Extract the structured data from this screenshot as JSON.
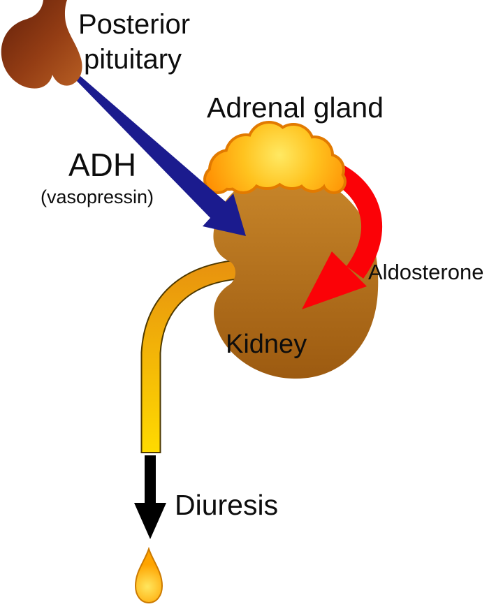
{
  "diagram": {
    "name": "ADH and aldosterone action on the kidney",
    "labels": {
      "posterior_pituitary_line1": "Posterior",
      "posterior_pituitary_line2": "pituitary",
      "adrenal_gland": "Adrenal gland",
      "adh": "ADH",
      "adh_sub": "(vasopressin)",
      "aldosterone": "Aldosterone",
      "kidney": "Kidney",
      "diuresis": "Diuresis"
    },
    "colors": {
      "background": "#ffffff",
      "text": "#0d0d0d",
      "adh_arrow": "#1b1b8e",
      "aldosterone_arrow": "#fb0207",
      "diuresis_arrow": "#000000",
      "pituitary_dark": "#63200a",
      "pituitary_mid": "#943d14",
      "pituitary_light": "#b85f23",
      "adrenal_center": "#ffe963",
      "adrenal_mid": "#ffc31f",
      "adrenal_edge": "#ff8b00",
      "adrenal_outline": "#e27a00",
      "kidney_top": "#c8862a",
      "kidney_bottom": "#9c5a10",
      "ureter_top": "#e8930e",
      "ureter_bottom": "#ffdb00",
      "ureter_outline": "#4d3800",
      "drop_center": "#ffe65e",
      "drop_edge": "#ffa400",
      "drop_outline": "#cc7a00"
    }
  }
}
